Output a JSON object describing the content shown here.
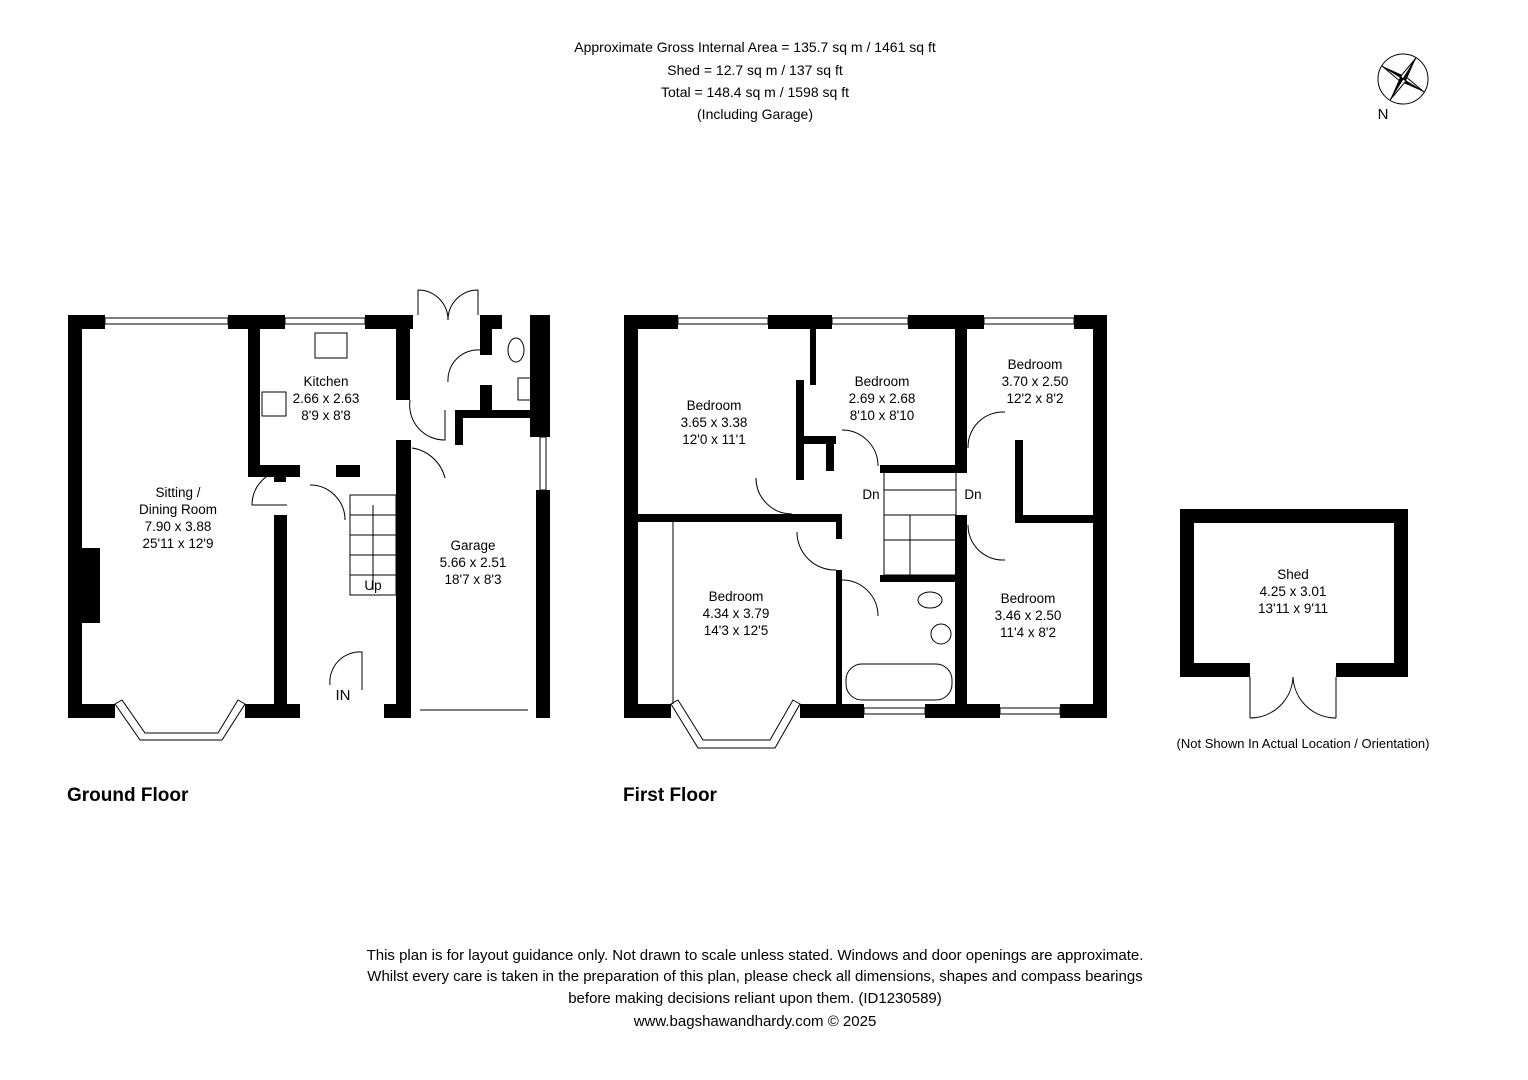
{
  "header": {
    "line1": "Approximate Gross Internal Area = 135.7 sq m / 1461 sq ft",
    "line2": "Shed = 12.7 sq m / 137 sq ft",
    "line3": "Total = 148.4 sq m / 1598 sq ft",
    "line4": "(Including Garage)"
  },
  "compass": {
    "label": "N",
    "icon": "compass-star-icon"
  },
  "ground_floor": {
    "label": "Ground Floor",
    "rooms": [
      {
        "name": "Sitting /",
        "name2": "Dining Room",
        "metric": "7.90 x 3.88",
        "imperial": "25'11 x 12'9"
      },
      {
        "name": "Kitchen",
        "metric": "2.66 x 2.63",
        "imperial": "8'9 x 8'8"
      },
      {
        "name": "Garage",
        "metric": "5.66 x 2.51",
        "imperial": "18'7 x 8'3"
      }
    ],
    "stairs_label": "Up",
    "entrance_label": "IN"
  },
  "first_floor": {
    "label": "First Floor",
    "rooms": [
      {
        "name": "Bedroom",
        "metric": "3.65 x 3.38",
        "imperial": "12'0 x 11'1"
      },
      {
        "name": "Bedroom",
        "metric": "2.69 x 2.68",
        "imperial": "8'10 x 8'10"
      },
      {
        "name": "Bedroom",
        "metric": "3.70 x 2.50",
        "imperial": "12'2 x 8'2"
      },
      {
        "name": "Bedroom",
        "metric": "4.34 x 3.79",
        "imperial": "14'3 x 12'5"
      },
      {
        "name": "Bedroom",
        "metric": "3.46 x 2.50",
        "imperial": "11'4 x 8'2"
      }
    ],
    "stairs_label_left": "Dn",
    "stairs_label_right": "Dn"
  },
  "shed": {
    "name": "Shed",
    "metric": "4.25 x 3.01",
    "imperial": "13'11 x 9'11",
    "note": "(Not Shown In Actual Location / Orientation)"
  },
  "footer": {
    "line1": "This plan is for layout guidance only. Not drawn to scale unless stated. Windows and door openings are approximate.",
    "line2": "Whilst every care is taken in the preparation of this plan, please check all dimensions, shapes and compass bearings",
    "line3": "before making decisions reliant upon them. (ID1230589)",
    "line4": "www.bagshawandhardy.com © 2025"
  }
}
